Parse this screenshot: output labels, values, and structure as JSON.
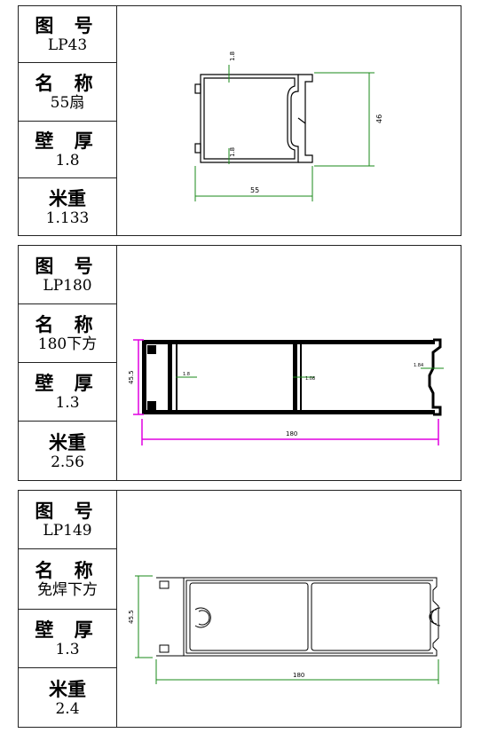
{
  "profiles": [
    {
      "drawing_no_label": "图 号",
      "drawing_no": "LP43",
      "name_label": "名 称",
      "name": "55扇",
      "wall_label": "壁 厚",
      "wall": "1.8",
      "weight_label": "米重",
      "weight": "1.133",
      "dims": {
        "width": "55",
        "height": "46",
        "wall_top": "1.8",
        "wall_bottom": "1.8"
      }
    },
    {
      "drawing_no_label": "图 号",
      "drawing_no": "LP180",
      "name_label": "名 称",
      "name": "180下方",
      "wall_label": "壁 厚",
      "wall": "1.3",
      "weight_label": "米重",
      "weight": "2.56",
      "dims": {
        "width": "180",
        "height": "45.5",
        "wall_a": "1.8",
        "wall_b": "1.08",
        "wall_c": "1.84"
      }
    },
    {
      "drawing_no_label": "图 号",
      "drawing_no": "LP149",
      "name_label": "名 称",
      "name": "免焊下方",
      "wall_label": "壁 厚",
      "wall": "1.3",
      "weight_label": "米重",
      "weight": "2.4",
      "dims": {
        "width": "180",
        "height": "45.5"
      }
    }
  ],
  "colors": {
    "dimension_green": "#1a8a1a",
    "dimension_magenta": "#e000e0",
    "profile_black": "#000000"
  }
}
